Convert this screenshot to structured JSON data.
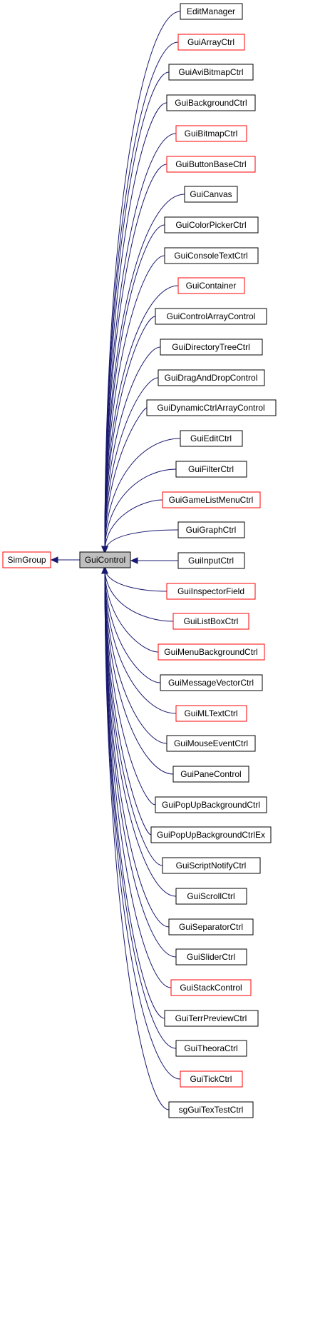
{
  "colors": {
    "edge": "#191970",
    "box_plain": "#000000",
    "box_external": "#ff0000",
    "focus_fill": "#bfbfbf",
    "background": "#ffffff"
  },
  "center": {
    "label": "GuiControl"
  },
  "parent": {
    "label": "SimGroup",
    "style": "external"
  },
  "children": [
    {
      "label": "EditManager",
      "style": "plain"
    },
    {
      "label": "GuiArrayCtrl",
      "style": "external"
    },
    {
      "label": "GuiAviBitmapCtrl",
      "style": "plain"
    },
    {
      "label": "GuiBackgroundCtrl",
      "style": "plain"
    },
    {
      "label": "GuiBitmapCtrl",
      "style": "external"
    },
    {
      "label": "GuiButtonBaseCtrl",
      "style": "external"
    },
    {
      "label": "GuiCanvas",
      "style": "plain"
    },
    {
      "label": "GuiColorPickerCtrl",
      "style": "plain"
    },
    {
      "label": "GuiConsoleTextCtrl",
      "style": "plain"
    },
    {
      "label": "GuiContainer",
      "style": "external"
    },
    {
      "label": "GuiControlArrayControl",
      "style": "plain"
    },
    {
      "label": "GuiDirectoryTreeCtrl",
      "style": "plain"
    },
    {
      "label": "GuiDragAndDropControl",
      "style": "plain"
    },
    {
      "label": "GuiDynamicCtrlArrayControl",
      "style": "plain"
    },
    {
      "label": "GuiEditCtrl",
      "style": "plain"
    },
    {
      "label": "GuiFilterCtrl",
      "style": "plain"
    },
    {
      "label": "GuiGameListMenuCtrl",
      "style": "external"
    },
    {
      "label": "GuiGraphCtrl",
      "style": "plain"
    },
    {
      "label": "GuiInputCtrl",
      "style": "plain"
    },
    {
      "label": "GuiInspectorField",
      "style": "external"
    },
    {
      "label": "GuiListBoxCtrl",
      "style": "external"
    },
    {
      "label": "GuiMenuBackgroundCtrl",
      "style": "external"
    },
    {
      "label": "GuiMessageVectorCtrl",
      "style": "plain"
    },
    {
      "label": "GuiMLTextCtrl",
      "style": "external"
    },
    {
      "label": "GuiMouseEventCtrl",
      "style": "plain"
    },
    {
      "label": "GuiPaneControl",
      "style": "plain"
    },
    {
      "label": "GuiPopUpBackgroundCtrl",
      "style": "plain"
    },
    {
      "label": "GuiPopUpBackgroundCtrlEx",
      "style": "plain"
    },
    {
      "label": "GuiScriptNotifyCtrl",
      "style": "plain"
    },
    {
      "label": "GuiScrollCtrl",
      "style": "plain"
    },
    {
      "label": "GuiSeparatorCtrl",
      "style": "plain"
    },
    {
      "label": "GuiSliderCtrl",
      "style": "plain"
    },
    {
      "label": "GuiStackControl",
      "style": "external"
    },
    {
      "label": "GuiTerrPreviewCtrl",
      "style": "plain"
    },
    {
      "label": "GuiTheoraCtrl",
      "style": "plain"
    },
    {
      "label": "GuiTickCtrl",
      "style": "external"
    },
    {
      "label": "sgGuiTexTestCtrl",
      "style": "plain"
    }
  ]
}
